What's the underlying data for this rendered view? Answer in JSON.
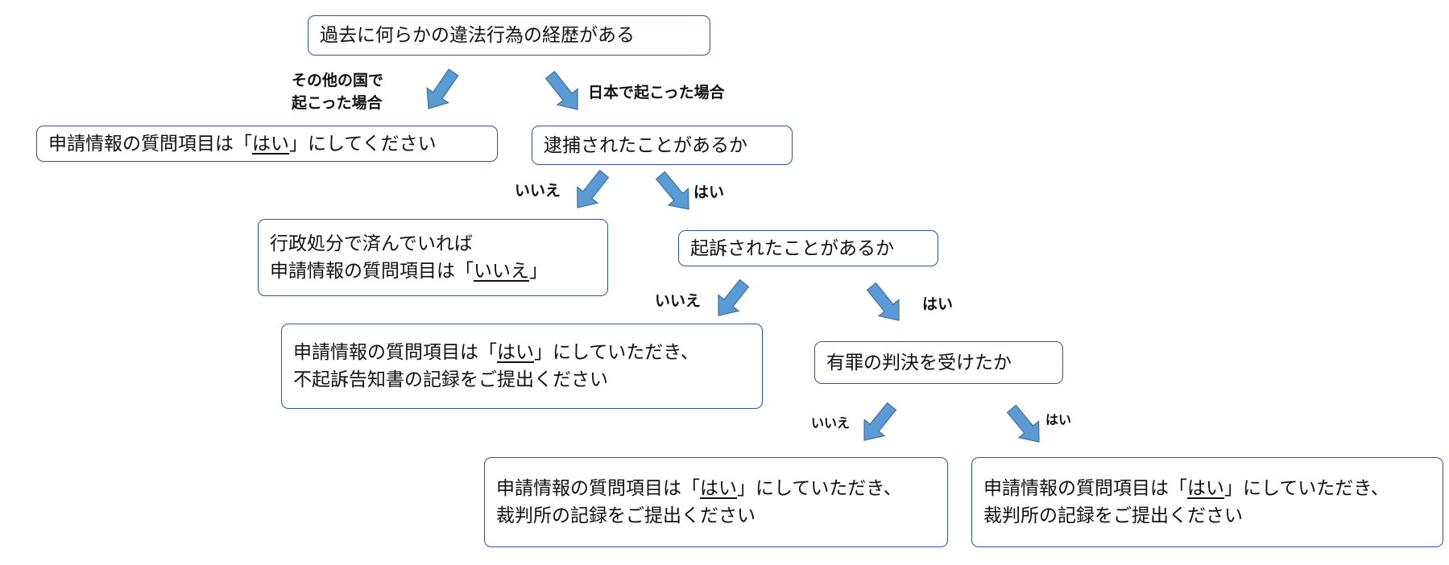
{
  "nodes": {
    "start": "過去に何らかの違法行為の経歴がある",
    "other_country_result": {
      "pre": "申請情報の質問項目は「",
      "ans": "はい",
      "post": "」にしてください"
    },
    "arrested_q": "逮捕されたことがあるか",
    "admin_result": {
      "line1": "行政処分で済んでいれば",
      "pre": "申請情報の質問項目は「",
      "ans": "いいえ",
      "post": "」"
    },
    "prosecuted_q": "起訴されたことがあるか",
    "not_prosecuted_result": {
      "pre": "申請情報の質問項目は「",
      "ans": "はい",
      "post": "」にしていただき、",
      "line2": "不起訴告知書の記録をご提出ください"
    },
    "guilty_q": "有罪の判決を受けたか",
    "not_guilty_result": {
      "pre": "申請情報の質問項目は「",
      "ans": "はい",
      "post": "」にしていただき、",
      "line2": "裁判所の記録をご提出ください"
    },
    "guilty_result": {
      "pre": "申請情報の質問項目は「",
      "ans": "はい",
      "post": "」にしていただき、",
      "line2": "裁判所の記録をご提出ください"
    }
  },
  "labels": {
    "other_country_line1": "その他の国で",
    "other_country_line2": "起こった場合",
    "japan": "日本で起こった場合",
    "arrested_no": "いいえ",
    "arrested_yes": "はい",
    "prosecuted_no": "いいえ",
    "prosecuted_yes": "はい",
    "guilty_no": "いいえ",
    "guilty_yes": "はい"
  },
  "colors": {
    "border": "#2f5597",
    "arrow_fill": "#5b9bd5",
    "arrow_stroke": "#41719c"
  }
}
